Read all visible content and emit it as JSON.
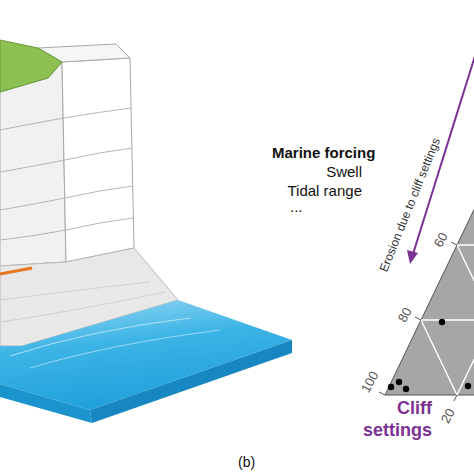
{
  "diagram": {
    "labels": [
      "Marine forcing",
      "Swell",
      "Tidal range",
      "...",
      "Erosion due to cliff settings",
      "60",
      "80",
      "100",
      "20",
      "Cliff settings",
      "(b)"
    ]
  }
}
